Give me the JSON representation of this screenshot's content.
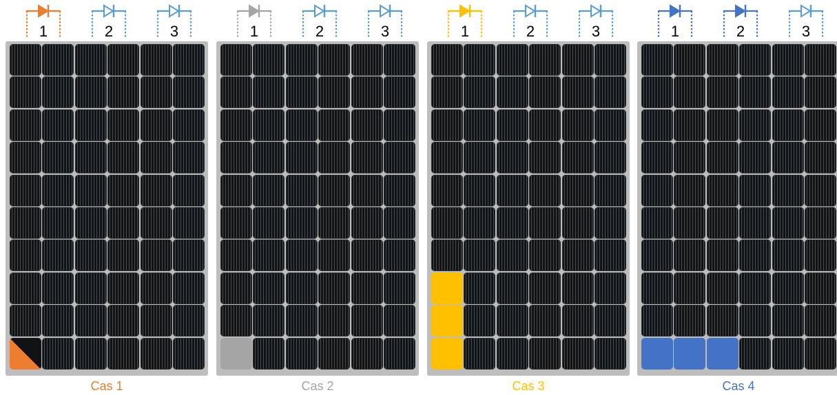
{
  "cases": [
    {
      "label": "Cas 1",
      "color": "#ED7D31",
      "diodes": [
        {
          "number": "1",
          "color": "#ED7D31",
          "filled": true
        },
        {
          "number": "2",
          "color": "#5B9BD5",
          "filled": false
        },
        {
          "number": "3",
          "color": "#5B9BD5",
          "filled": false
        }
      ],
      "shading": {
        "shape": "triangle",
        "color": "#ED7D31",
        "cells": [
          [
            9,
            0
          ]
        ]
      }
    },
    {
      "label": "Cas 2",
      "color": "#A5A5A5",
      "diodes": [
        {
          "number": "1",
          "color": "#A5A5A5",
          "filled": true
        },
        {
          "number": "2",
          "color": "#5B9BD5",
          "filled": false
        },
        {
          "number": "3",
          "color": "#5B9BD5",
          "filled": false
        }
      ],
      "shading": {
        "shape": "square",
        "color": "#A5A5A5",
        "cells": [
          [
            9,
            0
          ]
        ]
      }
    },
    {
      "label": "Cas 3",
      "color": "#FFC000",
      "diodes": [
        {
          "number": "1",
          "color": "#FFC000",
          "filled": true
        },
        {
          "number": "2",
          "color": "#5B9BD5",
          "filled": false
        },
        {
          "number": "3",
          "color": "#5B9BD5",
          "filled": false
        }
      ],
      "shading": {
        "shape": "square",
        "color": "#FFC000",
        "cells": [
          [
            7,
            0
          ],
          [
            8,
            0
          ],
          [
            9,
            0
          ]
        ]
      }
    },
    {
      "label": "Cas 4",
      "color": "#4472C4",
      "diodes": [
        {
          "number": "1",
          "color": "#4472C4",
          "filled": true
        },
        {
          "number": "2",
          "color": "#4472C4",
          "filled": true
        },
        {
          "number": "3",
          "color": "#5B9BD5",
          "filled": false
        }
      ],
      "shading": {
        "shape": "square",
        "color": "#4472C4",
        "cells": [
          [
            9,
            0
          ],
          [
            9,
            1
          ],
          [
            9,
            2
          ]
        ]
      }
    }
  ],
  "panel": {
    "rows": 10,
    "cols": 6,
    "cell_color": "#111214",
    "frame_color": "#BDBDBD"
  }
}
